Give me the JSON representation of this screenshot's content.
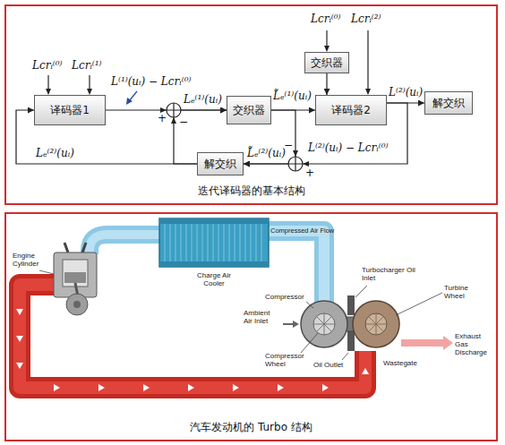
{
  "diagram": {
    "nodes": [
      {
        "text": [
          "迭代译码器的基本结构"
        ]
      },
      {
        "text": [
          "交织器"
        ],
        "in": 0
      },
      {
        "text": [
          "译码器1"
        ],
        "in": 0
      },
      {
        "text": [
          "交织器"
        ],
        "in": 0
      },
      {
        "text": [
          "译码器2"
        ],
        "in": 0
      },
      {
        "text": [
          "解交织"
        ],
        "in": 0
      },
      {
        "text": [
          "解交织"
        ],
        "in": 0
      },
      {
        "text": [
          "汽车发动机的 Turbo 结构"
        ]
      }
    ],
    "edges": [
      {
        "from": 2,
        "to": 3,
        "arrow": "to"
      },
      {
        "from": 3,
        "to": 4,
        "arrow": "to"
      },
      {
        "from": 1,
        "to": 4,
        "arrow": "to"
      },
      {
        "from": 4,
        "to": 5,
        "arrow": "to"
      },
      {
        "from": 4,
        "to": 6,
        "arrow": "to"
      },
      {
        "from": 3,
        "to": 6,
        "arrow": "to"
      },
      {
        "from": 6,
        "to": 2,
        "arrow": "to"
      },
      {
        "from": 6,
        "to": 3,
        "arrow": "to"
      }
    ],
    "labels": [
      "Lcrᵢ⁽⁰⁾",
      "Lcrᵢ⁽¹⁾",
      "L⁽¹⁾(uᵢ) − Lcrᵢ⁽⁰⁾",
      "+",
      "Lₑ⁽¹⁾(uᵢ)",
      "−",
      "L̃ₑ⁽¹⁾(uᵢ)",
      "Lcrᵢ⁽⁰⁾",
      "Lcrᵢ⁽²⁾",
      "L⁽²⁾(uᵢ)",
      "Lₑ⁽²⁾(uᵢ)",
      "L̃ₑ⁽²⁾(uᵢ)",
      "−",
      "+",
      "L⁽²⁾(uᵢ) − Lcrᵢ⁽⁰⁾",
      "Compressed Air Flow",
      "Engine Cylinder",
      "Charge Air Cooler",
      "Turbocharger Oil Inlet",
      "Compressor",
      "Turbine Wheel",
      "Ambient Air Inlet",
      "Exhaust Gas Discharge",
      "Compressor Wheel",
      "Oil Outlet",
      "Wastegate"
    ]
  }
}
